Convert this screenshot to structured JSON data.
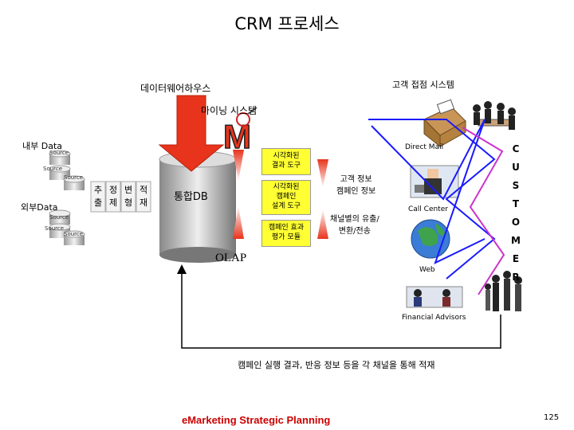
{
  "title": "CRM 프로세스",
  "data_warehouse": "데이터웨어하우스",
  "customer_contact_system": "고객 접점 시스템",
  "mining_system": "마이닝 시스템",
  "internal_data": "내부 Data",
  "external_data": "외부Data",
  "source_label": "Source",
  "etl_chars": [
    "추",
    "출",
    "정",
    "제",
    "변",
    "형",
    "적",
    "재"
  ],
  "integrated_db": "통합DB",
  "tool_boxes": [
    {
      "line1": "시각화된",
      "line2": "결과 도구"
    },
    {
      "line1": "시각화된",
      "line2": "캠페인",
      "line3": "설계 도구"
    },
    {
      "line1": "캠페인 효과",
      "line2": "평가 모듈"
    }
  ],
  "olap": "OLAP",
  "customer_info": {
    "line1": "고객 정보",
    "line2": "캠페인 정보"
  },
  "channel_info": {
    "line1": "채널별의 유출/",
    "line2": "변환/전송"
  },
  "channels": {
    "direct_mail": "Direct Mail",
    "call_center": "Call Center",
    "web": "Web",
    "financial_advisors": "Financial Advisors"
  },
  "customer_letters": [
    "C",
    "U",
    "S",
    "T",
    "O",
    "M",
    "E",
    "R"
  ],
  "feedback_note": "캠페인 실행 결과, 반응 정보 등을 각 채널을 통해 적재",
  "footer": "eMarketing Strategic Planning",
  "page_number": "125",
  "colors": {
    "yellow": "#ffff33",
    "red": "#e8341c",
    "blue": "#1a1aff",
    "purple": "#cc33cc",
    "footer_red": "#cc0000"
  }
}
